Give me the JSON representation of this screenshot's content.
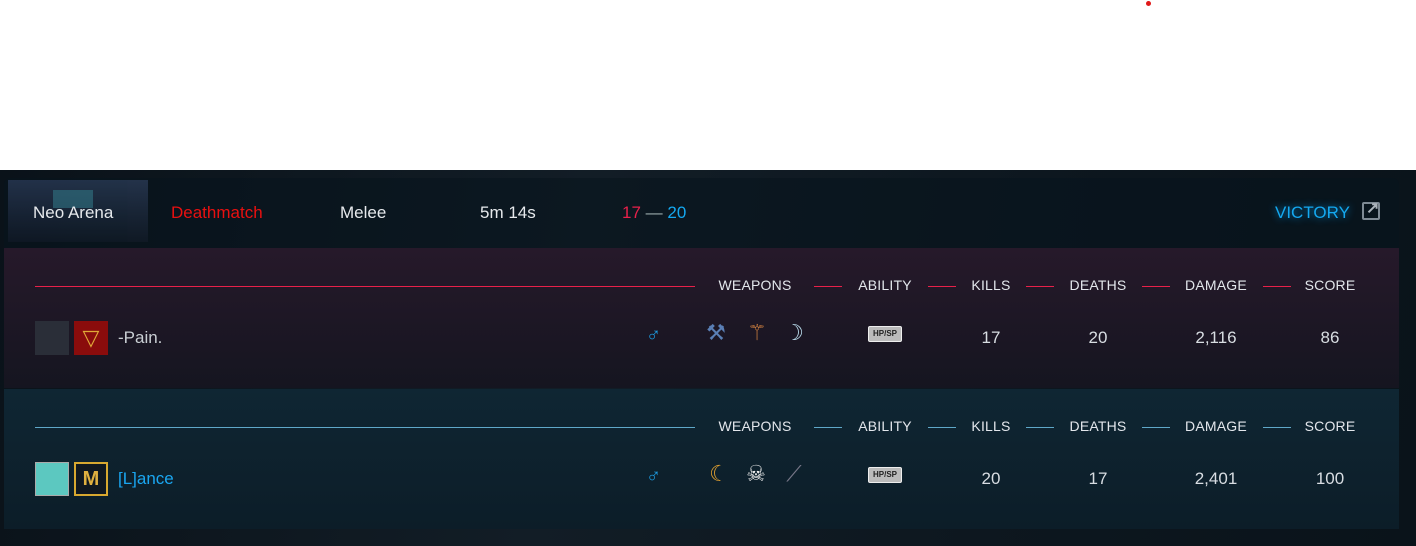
{
  "match": {
    "map": "Neo Arena",
    "mode": "Deathmatch",
    "category": "Melee",
    "duration": "5m 14s",
    "score_red": "17",
    "score_sep": "—",
    "score_blue": "20",
    "result": "VICTORY"
  },
  "columns": {
    "weapons": "WEAPONS",
    "ability": "ABILITY",
    "kills": "KILLS",
    "deaths": "DEATHS",
    "damage": "DAMAGE",
    "score": "SCORE"
  },
  "players": [
    {
      "name": "-Pain.",
      "gender": "♂",
      "ability": "HP/SP",
      "kills": "17",
      "deaths": "20",
      "damage": "2,116",
      "score": "86",
      "team_color": "#e8204a",
      "name_color": "#c9ced3"
    },
    {
      "name": "[L]ance",
      "gender": "♂",
      "ability": "HP/SP",
      "kills": "20",
      "deaths": "17",
      "damage": "2,401",
      "score": "100",
      "team_color": "#5fa8c8",
      "name_color": "#1aa6f0"
    }
  ],
  "colors": {
    "red": "#e8204a",
    "blue": "#14a8f0",
    "deathmatch": "#e81010"
  }
}
